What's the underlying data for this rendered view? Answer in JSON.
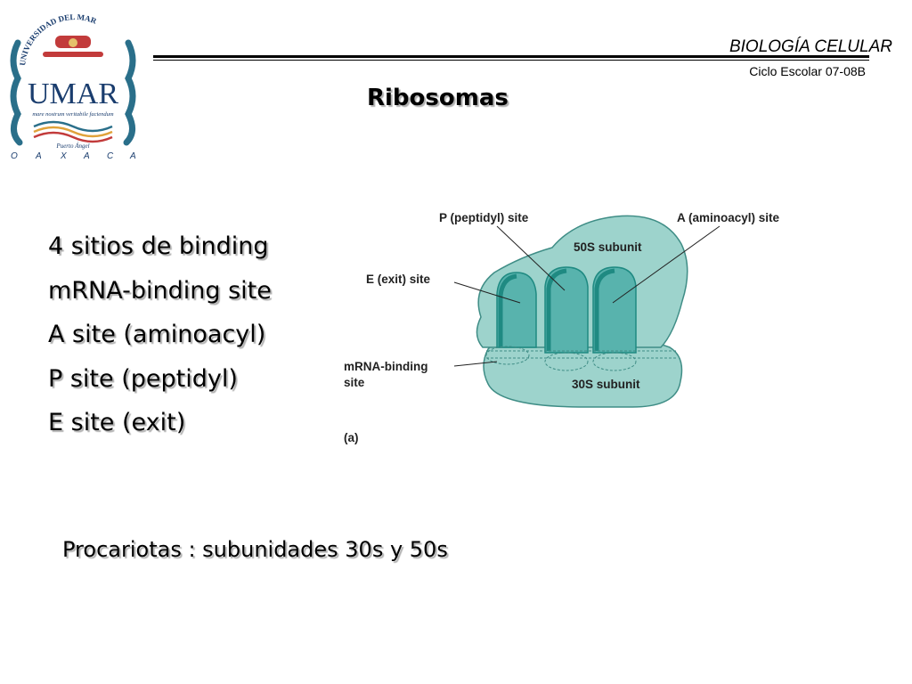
{
  "header": {
    "logo": {
      "icon": "university-seal-icon",
      "ring_text": "UNIVERSIDAD DEL MAR",
      "monogram": "UMAR",
      "motto": "mare nostrum veritabile faciendum",
      "place": "Puerto Ángel",
      "state_letters": [
        "O",
        "A",
        "X",
        "A",
        "C",
        "A"
      ]
    },
    "course_title": "BIOLOGÍA CELULAR",
    "course_cycle": "Ciclo Escolar 07-08B"
  },
  "slide": {
    "title": "Ribosomas",
    "bullets": [
      "4 sitios de binding",
      "mRNA-binding site",
      "A site (aminoacyl)",
      "P site (peptidyl)",
      "E site (exit)"
    ],
    "footer_note": "Procariotas : subunidades 30s y 50s"
  },
  "diagram": {
    "labels": {
      "p_site": "P (peptidyl) site",
      "a_site": "A (aminoacyl) site",
      "subunit_50s": "50S subunit",
      "e_site": "E (exit) site",
      "mrna_line1": "mRNA-binding",
      "mrna_line2": "site",
      "subunit_30s": "30S subunit",
      "panel": "(a)"
    },
    "colors": {
      "subunit_fill": "#9dd3cc",
      "subunit_stroke": "#3f8d86",
      "site_fill": "#58b3ad",
      "site_edge": "#1f8a82"
    }
  }
}
